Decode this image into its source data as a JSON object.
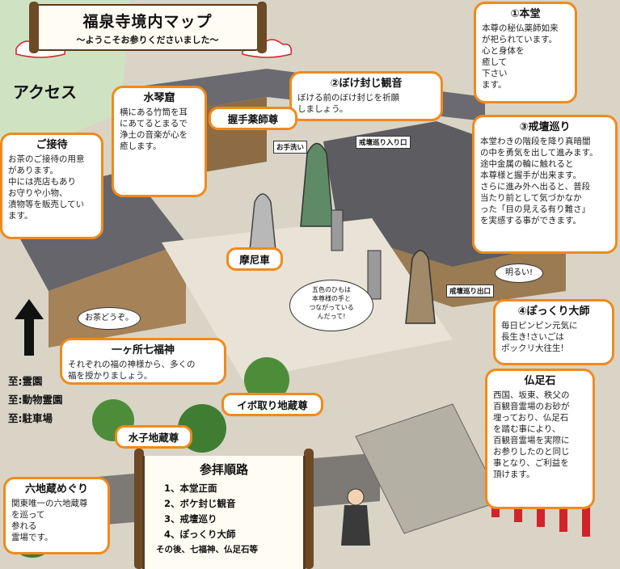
{
  "title": {
    "main": "福泉寺境内マップ",
    "sub": "〜ようこそお参りくださいました〜"
  },
  "access": {
    "label": "アクセス",
    "destinations": [
      "至:霊園",
      "至:動物霊園",
      "至:駐車場"
    ]
  },
  "boxes": {
    "hondo": {
      "title": "①本堂",
      "body": "本尊の秘仏薬師如来\nが祀られています。\n心と身体を\n癒して\n下さい\nます。"
    },
    "bokefuji": {
      "title": "②ぼけ封じ観音",
      "body": "ぼける前のぼけ封じを祈願\nしましょう。"
    },
    "kaidan": {
      "title": "③戒壇巡り",
      "body": "本堂わきの階段を降り真暗闇\nの中を勇気を出して進みます。\n途中金属の輪に触れると\n本尊様と握手が出来ます。\nさらに進み外へ出ると、普段\n当たり前として気づかなか\nった「目の見える有り難さ」\nを実感する事ができます。"
    },
    "pokkuri": {
      "title": "④ぽっくり大師",
      "body": "毎日ピンピン元気に\n長生き!さいごは\nポックリ大往生!"
    },
    "bussokuseki": {
      "title": "仏足石",
      "body": "西国、坂東、秩父の\n百観音霊場のお砂が\n埋っており、仏足石\nを踏む事により、\n百観音霊場を実際に\nお参りしたのと同じ\n事となり、ご利益を\n頂けます。"
    },
    "suikinkutsu": {
      "title": "水琴窟",
      "body": "横にある竹筒を耳\nにあてるとまるで\n浄土の音楽が心を\n癒します。"
    },
    "settai": {
      "title": "ご接待",
      "body": "お茶のご接待の用意\nがあります。\n中には売店もあり\nお守りや小物、\n漬物等を販売してい\nます。"
    },
    "shichifukujin": {
      "title": "一ヶ所七福神",
      "body": "それぞれの福の神様から、多くの\n福を授かりましょう。"
    },
    "rokujizo": {
      "title": "六地蔵めぐり",
      "body": "関東唯一の六地蔵尊\nを巡って\n参れる\n霊場です。"
    }
  },
  "labels": {
    "akushu": "握手薬師尊",
    "mani": "摩尼車",
    "ibotori": "イボ取り地蔵尊",
    "mizuko": "水子地蔵尊"
  },
  "tags": {
    "otearai": "お手洗い",
    "kaidan_in": "戒壇巡り入り口",
    "kaidan_out": "戒壇巡り出口"
  },
  "bubbles": {
    "akarui": "明るい!",
    "ocha": "お茶どうぞ。",
    "himo": "五色のひもは\n本尊様の手と\nつながっている\nんだって!"
  },
  "route": {
    "title": "参拝順路",
    "items": [
      "1、本堂正面",
      "2、ボケ封じ観音",
      "3、戒壇巡り",
      "4、ぽっくり大師",
      "その後、七福神、仏足石等"
    ]
  },
  "colors": {
    "accent": "#f08a1c",
    "roof": "#5d5c60",
    "ground": "#d9d4c6",
    "banner": "#d2232a"
  }
}
